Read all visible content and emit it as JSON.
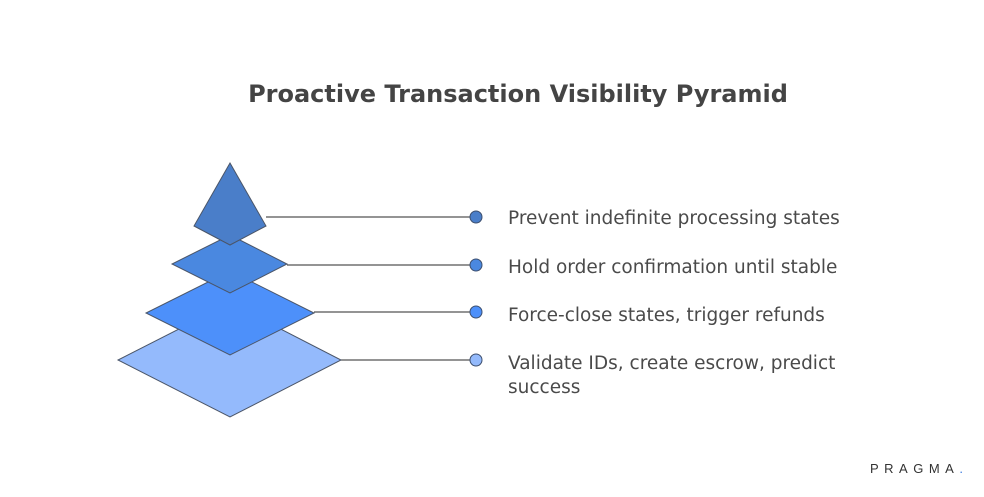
{
  "title": "Proactive Transaction Visibility Pyramid",
  "brand": {
    "name": "PRAGMA",
    "dot": ".",
    "accent_color": "#3b7be0"
  },
  "pyramid": {
    "levels": [
      {
        "index": 1,
        "label": "Prevent indefinite processing states",
        "fill": "#4a7ec9",
        "dot_fill": "#4a7ec9"
      },
      {
        "index": 2,
        "label": "Hold order confirmation until stable",
        "fill": "#4a88e0",
        "dot_fill": "#4a88e0"
      },
      {
        "index": 3,
        "label": "Force-close states, trigger refunds",
        "fill": "#4d90fa",
        "dot_fill": "#4d90fa"
      },
      {
        "index": 4,
        "label": "Validate IDs, create escrow, predict success",
        "fill": "#94bafc",
        "dot_fill": "#94bafc"
      }
    ],
    "stroke": "#4a5568",
    "connector_color": "#555555"
  }
}
